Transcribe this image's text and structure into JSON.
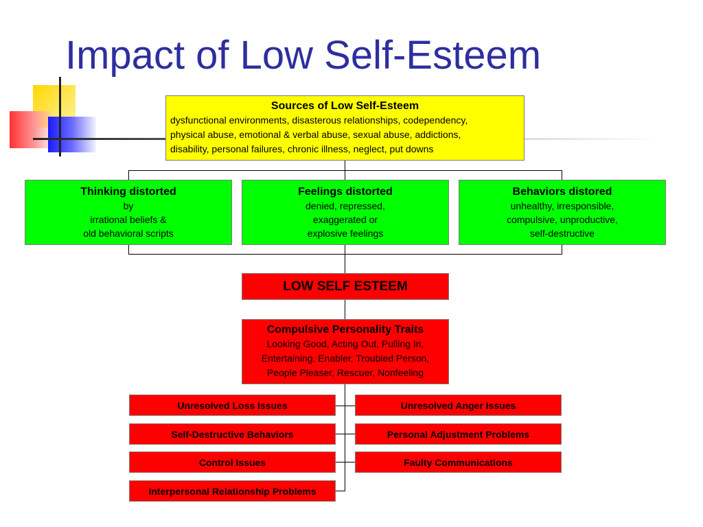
{
  "slide": {
    "title": "Impact of Low Self-Esteem",
    "colors": {
      "title": "#2e2ea0",
      "sources_fill": "#ffff00",
      "distortion_fill": "#00ff00",
      "outcome_fill": "#ff0000",
      "connector": "#000000"
    }
  },
  "sources": {
    "heading": "Sources of Low Self-Esteem",
    "lines": [
      "dysfunctional environments, disasterous relationships, codependency,",
      "physical abuse, emotional & verbal abuse, sexual abuse, addictions,",
      "disability, personal failures, chronic illness, neglect, put downs"
    ]
  },
  "distortions": [
    {
      "heading": "Thinking distorted",
      "lines": [
        "by",
        "irrational beliefs &",
        "old behavioral scripts"
      ]
    },
    {
      "heading": "Feelings distorted",
      "lines": [
        "denied, repressed,",
        "exaggerated or",
        "explosive feelings"
      ]
    },
    {
      "heading": "Behaviors distored",
      "lines": [
        "unhealthy, irresponsible,",
        "compulsive, unproductive,",
        "self-destructive"
      ]
    }
  ],
  "core": {
    "label": "LOW SELF ESTEEM"
  },
  "traits": {
    "heading": "Compulsive Personality Traits",
    "lines": [
      "Looking Good, Acting Out, Pulling In,",
      "Entertaining, Enabler, Troubled Person,",
      "People Pleaser, Rescuer, Nonfeeling"
    ]
  },
  "issues_left": [
    "Unresolved Loss Issues",
    "Self-Destructive Behaviors",
    "Control Issues",
    "Interpersonal Relationship Problems"
  ],
  "issues_right": [
    "Unresolved Anger Issues",
    "Personal Adjustment Problems",
    "Faulty Communications"
  ]
}
